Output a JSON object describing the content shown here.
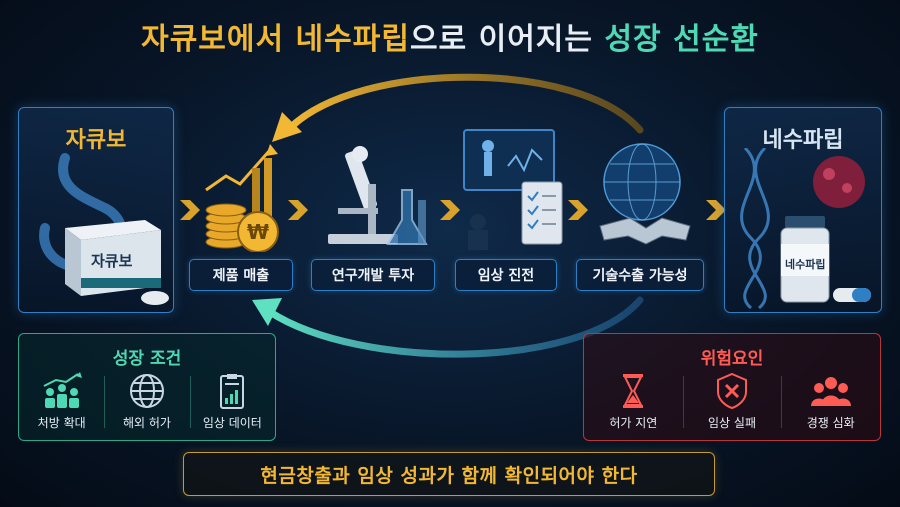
{
  "title": {
    "part1": "자큐보에서 네수파립",
    "part2": "으로 이어지는 ",
    "part3": "성장 선순환"
  },
  "left_panel": {
    "title": "자큐보",
    "box_label": "자큐보"
  },
  "right_panel": {
    "title": "네수파립",
    "vial_label": "네수파립"
  },
  "steps": [
    {
      "label": "제품 매출",
      "icon": "coins-growth-icon"
    },
    {
      "label": "연구개발 투자",
      "icon": "microscope-icon"
    },
    {
      "label": "임상 진전",
      "icon": "clinical-checklist-icon"
    },
    {
      "label": "기술수출 가능성",
      "icon": "globe-handshake-icon"
    }
  ],
  "growth": {
    "title": "성장 조건",
    "items": [
      {
        "label": "처방 확대",
        "icon": "people-growth-icon"
      },
      {
        "label": "해외 허가",
        "icon": "globe-icon"
      },
      {
        "label": "임상 데이터",
        "icon": "clipboard-icon"
      }
    ]
  },
  "risks": {
    "title": "위험요인",
    "items": [
      {
        "label": "허가 지연",
        "icon": "hourglass-icon"
      },
      {
        "label": "임상 실패",
        "icon": "shield-x-icon"
      },
      {
        "label": "경쟁 심화",
        "icon": "competitors-icon"
      }
    ]
  },
  "banner": {
    "text": "현금창출과 임상 성과가 함께 확인되어야 한다"
  },
  "colors": {
    "gold": "#f2b733",
    "teal": "#4fd8b4",
    "blue_border": "#2f7fc4",
    "red": "#ff5b55"
  }
}
